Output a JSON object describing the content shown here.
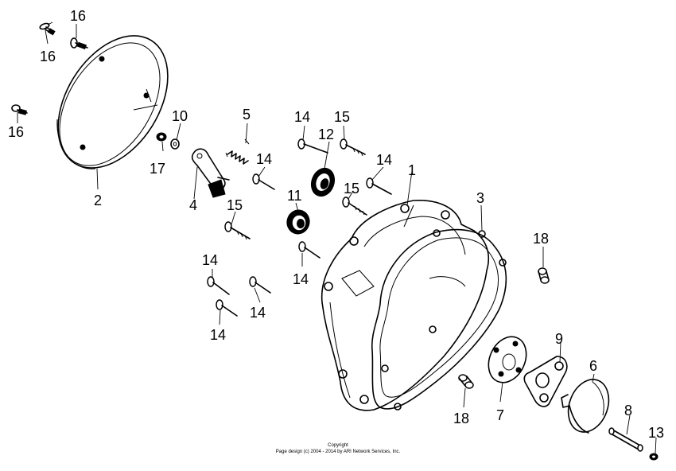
{
  "diagram": {
    "labels": [
      {
        "id": "l1",
        "text": "1"
      },
      {
        "id": "l2",
        "text": "2"
      },
      {
        "id": "l3",
        "text": "3"
      },
      {
        "id": "l4",
        "text": "4"
      },
      {
        "id": "l5",
        "text": "5"
      },
      {
        "id": "l6",
        "text": "6"
      },
      {
        "id": "l7",
        "text": "7"
      },
      {
        "id": "l8",
        "text": "8"
      },
      {
        "id": "l9",
        "text": "9"
      },
      {
        "id": "l10",
        "text": "10"
      },
      {
        "id": "l11",
        "text": "11"
      },
      {
        "id": "l12",
        "text": "12"
      },
      {
        "id": "l13",
        "text": "13"
      },
      {
        "id": "l14a",
        "text": "14"
      },
      {
        "id": "l14b",
        "text": "14"
      },
      {
        "id": "l14c",
        "text": "14"
      },
      {
        "id": "l14d",
        "text": "14"
      },
      {
        "id": "l14e",
        "text": "14"
      },
      {
        "id": "l14f",
        "text": "14"
      },
      {
        "id": "l14g",
        "text": "14"
      },
      {
        "id": "l15a",
        "text": "15"
      },
      {
        "id": "l15b",
        "text": "15"
      },
      {
        "id": "l15c",
        "text": "15"
      },
      {
        "id": "l16a",
        "text": "16"
      },
      {
        "id": "l16b",
        "text": "16"
      },
      {
        "id": "l16c",
        "text": "16"
      },
      {
        "id": "l17",
        "text": "17"
      },
      {
        "id": "l18a",
        "text": "18"
      },
      {
        "id": "l18b",
        "text": "18"
      }
    ]
  },
  "footer": {
    "copyright_title": "Copyright",
    "copyright_line": "Page design (c) 2004 - 2014 by ARI Network Services, Inc."
  }
}
